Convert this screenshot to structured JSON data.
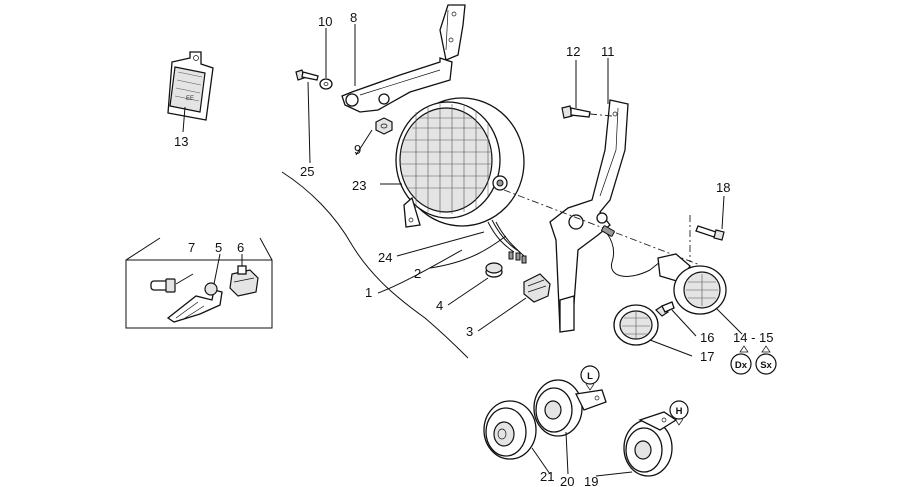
{
  "callouts": {
    "c1": "1",
    "c2": "2",
    "c3": "3",
    "c4": "4",
    "c5": "5",
    "c6": "6",
    "c7": "7",
    "c8": "8",
    "c9": "9",
    "c10": "10",
    "c11": "11",
    "c12": "12",
    "c13": "13",
    "c14_15": "14 - 15",
    "c16": "16",
    "c17": "17",
    "c18": "18",
    "c19": "19",
    "c20": "20",
    "c21": "21",
    "c23": "23",
    "c24": "24",
    "c25": "25"
  },
  "badges": {
    "right_side": "Dx",
    "left_side": "Sx",
    "low_horn": "L",
    "high_horn": "H"
  },
  "reflector_mark": "EE"
}
